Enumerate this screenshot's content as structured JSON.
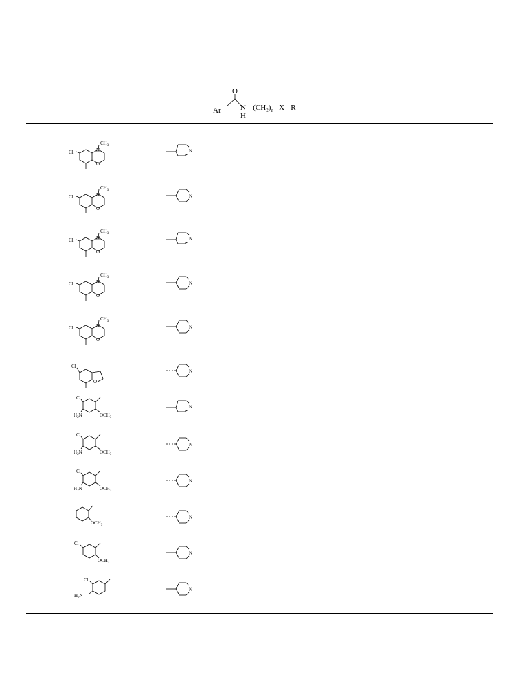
{
  "general_structure": {
    "oxygen": "O",
    "ar": "Ar",
    "n": "N",
    "h": "H",
    "chain": "– (CH",
    "sub2": "2",
    "chain_close": ")",
    "sub_n": "n",
    "tail": "– X - R"
  },
  "atoms": {
    "cl": "Cl",
    "n": "N",
    "o": "O",
    "ch3": "CH",
    "sub3": "3",
    "h2n": "H",
    "sub2": "2",
    "och3": "OCH"
  },
  "rows": [
    {
      "ar": "benzoxazine-methyl",
      "r": "pyrrolidine",
      "r_attach": "solid"
    },
    {
      "ar": "benzoxazine-methyl",
      "r": "piperidine",
      "r_attach": "solid"
    },
    {
      "ar": "benzoxazine-methyl",
      "r": "pyrrolidine",
      "r_attach": "solid"
    },
    {
      "ar": "benzoxazine-methyl",
      "r": "piperidine",
      "r_attach": "solid"
    },
    {
      "ar": "benzoxazine-methyl",
      "r": "piperidine",
      "r_attach": "solid"
    },
    {
      "ar": "dihydrobenzofuran-chloro",
      "r": "piperidine",
      "r_attach": "dashed"
    },
    {
      "ar": "amino-chloro-methoxyphenyl",
      "r": "pyrrolidine",
      "r_attach": "solid"
    },
    {
      "ar": "amino-chloro-methoxyphenyl",
      "r": "piperidine",
      "r_attach": "dashed"
    },
    {
      "ar": "amino-chloro-methoxyphenyl",
      "r": "piperidine",
      "r_attach": "dashed"
    },
    {
      "ar": "methoxyphenyl",
      "r": "piperidine",
      "r_attach": "dashed"
    },
    {
      "ar": "chloro-methoxyphenyl",
      "r": "piperidine",
      "r_attach": "solid"
    },
    {
      "ar": "amino-chlorophenyl",
      "r": "piperidine",
      "r_attach": "solid"
    }
  ]
}
